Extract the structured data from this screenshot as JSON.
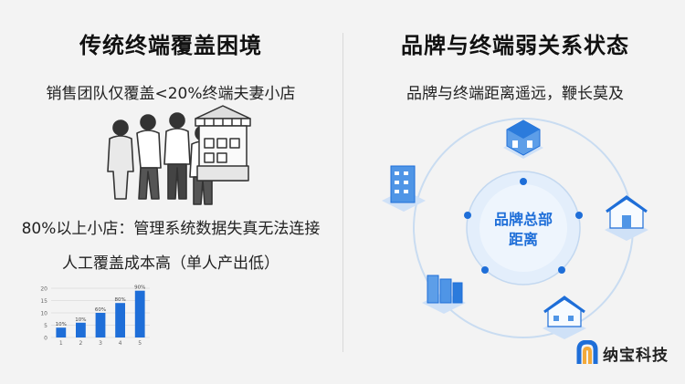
{
  "left": {
    "title": "传统终端覆盖困境",
    "subtitle1": "销售团队仅覆盖<20%终端夫妻小店",
    "subtitle2": "80%以上小店：管理系统数据失真无法连接",
    "subtitle3": "人工覆盖成本高（单人产出低）"
  },
  "right": {
    "title": "品牌与终端弱关系状态",
    "subtitle1": "品牌与终端距离遥远，鞭长莫及",
    "hub_line1": "品牌总部",
    "hub_line2": "距离"
  },
  "chart_data": {
    "type": "bar",
    "categories": [
      "1",
      "2",
      "3",
      "4",
      "5"
    ],
    "values": [
      4,
      6,
      10,
      14,
      19
    ],
    "data_labels": [
      "10%",
      "10%",
      "60%",
      "80%",
      "90%"
    ],
    "yticks": [
      "0",
      "5",
      "10",
      "15",
      "20"
    ],
    "ylim": [
      0,
      20
    ],
    "grid": true
  },
  "brand": {
    "name": "纳宝科技",
    "accent": "#1e6ed8"
  },
  "colors": {
    "bar": "#1e6ed8",
    "ring": "#bcd3ee",
    "dot": "#1e6ed8"
  }
}
